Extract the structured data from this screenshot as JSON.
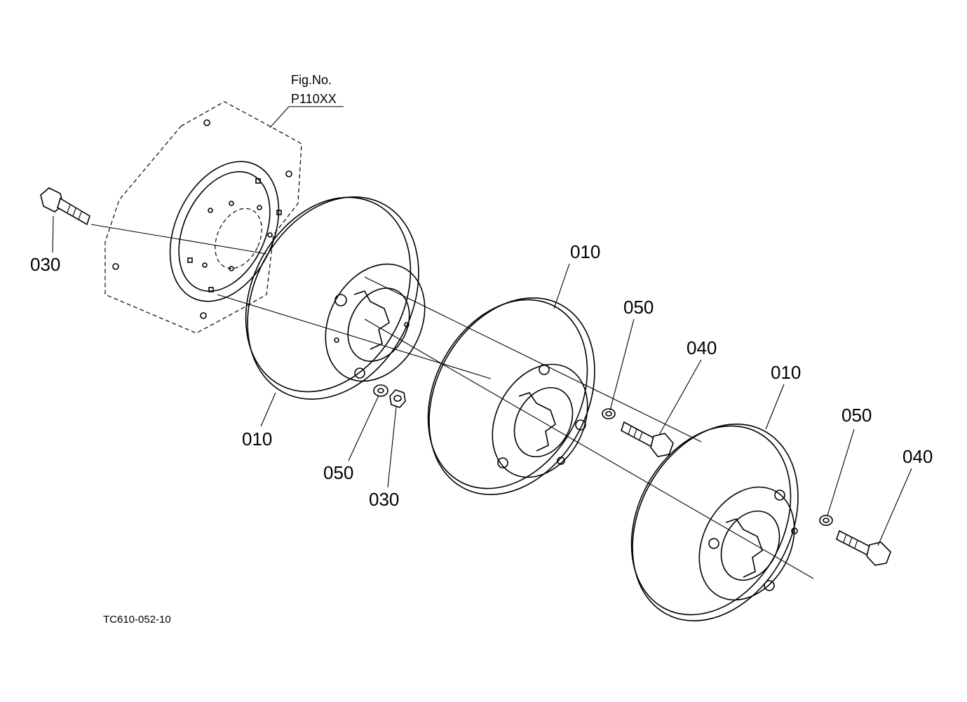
{
  "figure_ref": {
    "line1": "Fig.No.",
    "line2": "P110XX"
  },
  "callouts": {
    "bolt_left": "030",
    "weight_1": "010",
    "weight_2": "010",
    "weight_3": "010",
    "washer_1": "050",
    "nut_1": "030",
    "washer_2": "050",
    "bolt_2": "040",
    "washer_3": "050",
    "bolt_3": "040"
  },
  "diagram_code": "TC610-052-10"
}
